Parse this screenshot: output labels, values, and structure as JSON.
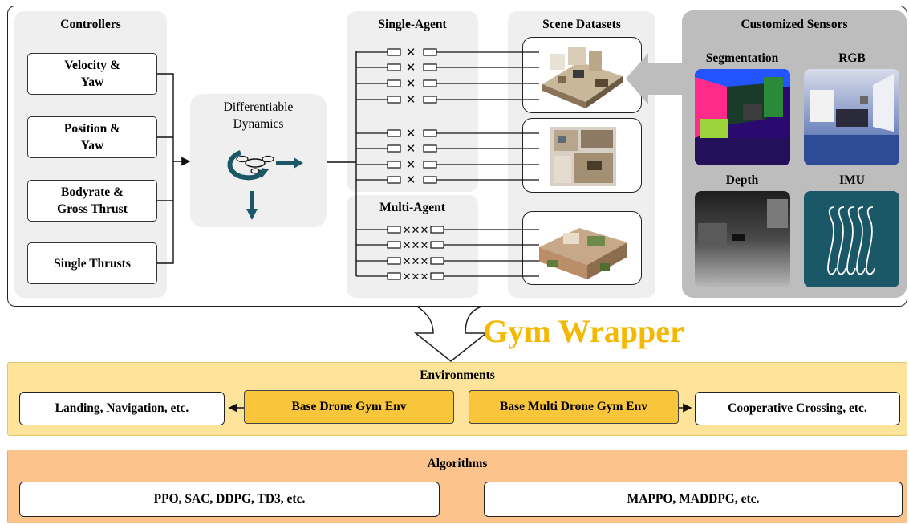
{
  "controllers": {
    "title": "Controllers",
    "items": [
      "Velocity &\nYaw",
      "Position &\nYaw",
      "Bodyrate &\nGross Thrust",
      "Single Thrusts"
    ]
  },
  "dynamics": {
    "title": "Differentiable\nDynamics"
  },
  "single_agent": {
    "title": "Single-Agent"
  },
  "multi_agent": {
    "title": "Multi-Agent"
  },
  "scenes": {
    "title": "Scene Datasets"
  },
  "sensors": {
    "title": "Customized Sensors",
    "items": [
      "Segmentation",
      "RGB",
      "Depth",
      "IMU"
    ]
  },
  "gym_wrapper": {
    "title": "Gym Wrapper",
    "color": "#f5b800"
  },
  "environments": {
    "title": "Environments",
    "left": "Landing, Navigation, etc.",
    "base_single": "Base Drone Gym Env",
    "base_multi": "Base Multi Drone Gym Env",
    "right": "Cooperative Crossing, etc."
  },
  "algorithms": {
    "title": "Algorithms",
    "single": "PPO, SAC, DDPG, TD3, etc.",
    "multi": "MAPPO, MADDPG, etc."
  },
  "colors": {
    "env_band": "#fde49a",
    "alg_band": "#fcc48c",
    "teal": "#1a5767",
    "sensor_panel": "#bdbdbd"
  }
}
